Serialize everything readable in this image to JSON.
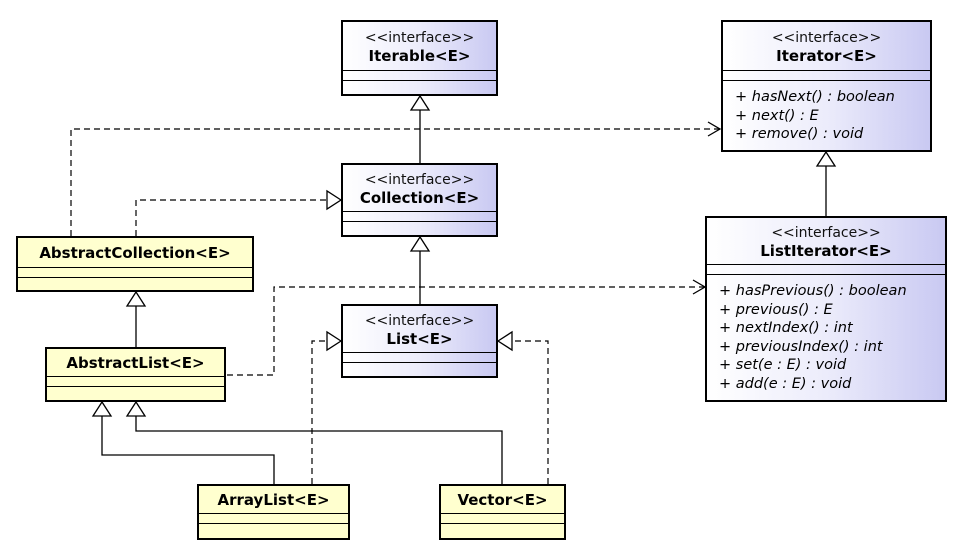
{
  "diagram": {
    "stereotype": "<<interface>>",
    "interfaces": {
      "iterable": {
        "name": "Iterable<E>",
        "members": []
      },
      "collection": {
        "name": "Collection<E>",
        "members": []
      },
      "list": {
        "name": "List<E>",
        "members": []
      },
      "iterator": {
        "name": "Iterator<E>",
        "members": [
          "+ hasNext() : boolean",
          "+ next() : E",
          "+ remove() : void"
        ]
      },
      "listiterator": {
        "name": "ListIterator<E>",
        "members": [
          "+ hasPrevious() : boolean",
          "+ previous() : E",
          "+ nextIndex() : int",
          "+ previousIndex() : int",
          "+ set(e : E) : void",
          "+ add(e : E) : void"
        ]
      }
    },
    "classes": {
      "abstractcollection": {
        "name": "AbstractCollection<E>"
      },
      "abstractlist": {
        "name": "AbstractList<E>"
      },
      "arraylist": {
        "name": "ArrayList<E>"
      },
      "vector": {
        "name": "Vector<E>"
      }
    },
    "relations": [
      {
        "from": "Collection<E>",
        "to": "Iterable<E>",
        "kind": "generalization"
      },
      {
        "from": "List<E>",
        "to": "Collection<E>",
        "kind": "generalization"
      },
      {
        "from": "ListIterator<E>",
        "to": "Iterator<E>",
        "kind": "generalization"
      },
      {
        "from": "AbstractList<E>",
        "to": "AbstractCollection<E>",
        "kind": "generalization"
      },
      {
        "from": "ArrayList<E>",
        "to": "AbstractList<E>",
        "kind": "generalization"
      },
      {
        "from": "Vector<E>",
        "to": "AbstractList<E>",
        "kind": "generalization"
      },
      {
        "from": "AbstractCollection<E>",
        "to": "Collection<E>",
        "kind": "realization"
      },
      {
        "from": "ArrayList<E>",
        "to": "List<E>",
        "kind": "realization"
      },
      {
        "from": "Vector<E>",
        "to": "List<E>",
        "kind": "realization"
      },
      {
        "from": "AbstractCollection<E>",
        "to": "Iterator<E>",
        "kind": "dependency"
      },
      {
        "from": "AbstractList<E>",
        "to": "ListIterator<E>",
        "kind": "dependency"
      }
    ]
  }
}
